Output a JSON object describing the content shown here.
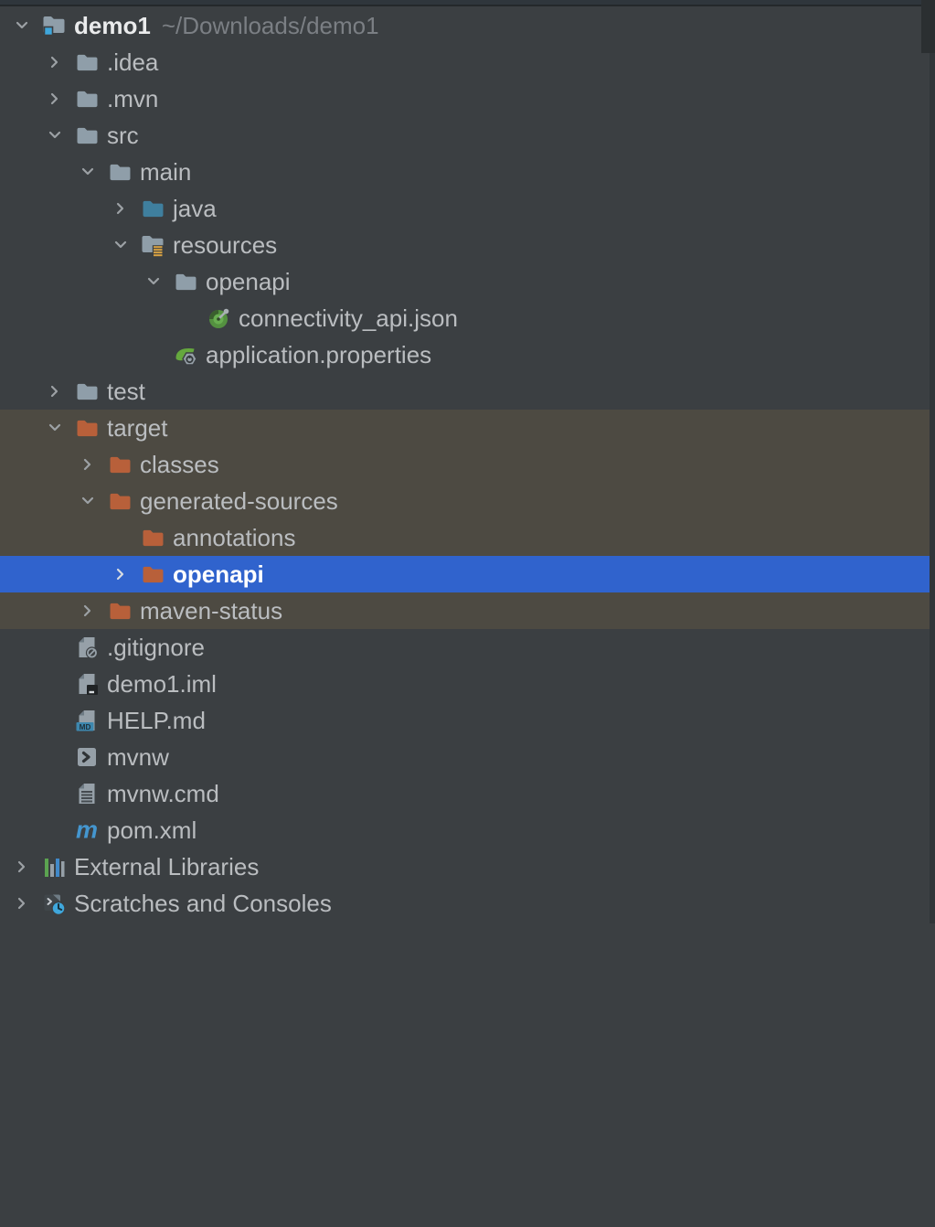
{
  "panel": {
    "name": "project-tree",
    "project_title": "demo1",
    "project_path_hint": "~/Downloads/demo1"
  },
  "colors": {
    "bg": "#3b3f42",
    "topstrip": "#2f363c",
    "context_highlight": "#4d4a42",
    "selection_blue": "#3063cd",
    "text": "#babdc0",
    "text_bright": "#eaebec",
    "hint": "#7b7f84",
    "chevron": "#9ca1a5",
    "folder_gray": "#8f9ea9",
    "folder_orange": "#b8603a",
    "folder_teal": "#3f7f9e",
    "project_badge_blue": "#3fa7dc",
    "resources_yellow": "#d9a343",
    "api_green": "#549140",
    "api_green_dark": "#3a5f2d",
    "api_green_light": "#68ae50",
    "spring_green": "#65a83e",
    "icon_gray": "#96a0a8",
    "icon_gray_dark": "#6e7b84",
    "md_badge_blue": "#3d87ae",
    "maven_blue": "#4496cf",
    "lib_green": "#5ba350",
    "lib_blue": "#4189c9",
    "dark_glyph": "#2f3336"
  },
  "tree": {
    "rows": [
      {
        "level": 0,
        "chevron": "down",
        "icon": "project-folder",
        "label": "demo1",
        "hint": "~/Downloads/demo1",
        "state": "normal",
        "bold": true
      },
      {
        "level": 1,
        "chevron": "right",
        "icon": "folder",
        "label": ".idea",
        "state": "normal"
      },
      {
        "level": 1,
        "chevron": "right",
        "icon": "folder",
        "label": ".mvn",
        "state": "normal"
      },
      {
        "level": 1,
        "chevron": "down",
        "icon": "folder",
        "label": "src",
        "state": "normal"
      },
      {
        "level": 2,
        "chevron": "down",
        "icon": "folder",
        "label": "main",
        "state": "normal"
      },
      {
        "level": 3,
        "chevron": "right",
        "icon": "source-folder",
        "label": "java",
        "state": "normal"
      },
      {
        "level": 3,
        "chevron": "down",
        "icon": "resources-folder",
        "label": "resources",
        "state": "normal"
      },
      {
        "level": 4,
        "chevron": "down",
        "icon": "folder",
        "label": "openapi",
        "state": "normal"
      },
      {
        "level": 5,
        "chevron": "none",
        "icon": "api-json",
        "label": "connectivity_api.json",
        "state": "normal"
      },
      {
        "level": 4,
        "chevron": "none",
        "icon": "spring-properties",
        "label": "application.properties",
        "state": "normal"
      },
      {
        "level": 1,
        "chevron": "right",
        "icon": "folder",
        "label": "test",
        "state": "normal"
      },
      {
        "level": 1,
        "chevron": "down",
        "icon": "excluded-folder",
        "label": "target",
        "state": "context"
      },
      {
        "level": 2,
        "chevron": "right",
        "icon": "excluded-folder",
        "label": "classes",
        "state": "context"
      },
      {
        "level": 2,
        "chevron": "down",
        "icon": "excluded-folder",
        "label": "generated-sources",
        "state": "context"
      },
      {
        "level": 3,
        "chevron": "none",
        "icon": "excluded-folder",
        "label": "annotations",
        "state": "context"
      },
      {
        "level": 3,
        "chevron": "right",
        "icon": "excluded-folder",
        "label": "openapi",
        "state": "selected",
        "bold": true
      },
      {
        "level": 2,
        "chevron": "right",
        "icon": "excluded-folder",
        "label": "maven-status",
        "state": "context"
      },
      {
        "level": 1,
        "chevron": "none",
        "icon": "ignored-file",
        "label": ".gitignore",
        "state": "normal"
      },
      {
        "level": 1,
        "chevron": "none",
        "icon": "module-file",
        "label": "demo1.iml",
        "state": "normal"
      },
      {
        "level": 1,
        "chevron": "none",
        "icon": "markdown-file",
        "label": "HELP.md",
        "state": "normal"
      },
      {
        "level": 1,
        "chevron": "none",
        "icon": "shell-file",
        "label": "mvnw",
        "state": "normal"
      },
      {
        "level": 1,
        "chevron": "none",
        "icon": "text-file",
        "label": "mvnw.cmd",
        "state": "normal"
      },
      {
        "level": 1,
        "chevron": "none",
        "icon": "maven",
        "label": "pom.xml",
        "state": "normal"
      },
      {
        "level": 0,
        "chevron": "right",
        "icon": "external-libraries",
        "label": "External Libraries",
        "state": "normal"
      },
      {
        "level": 0,
        "chevron": "right",
        "icon": "scratches",
        "label": "Scratches and Consoles",
        "state": "normal"
      }
    ]
  }
}
